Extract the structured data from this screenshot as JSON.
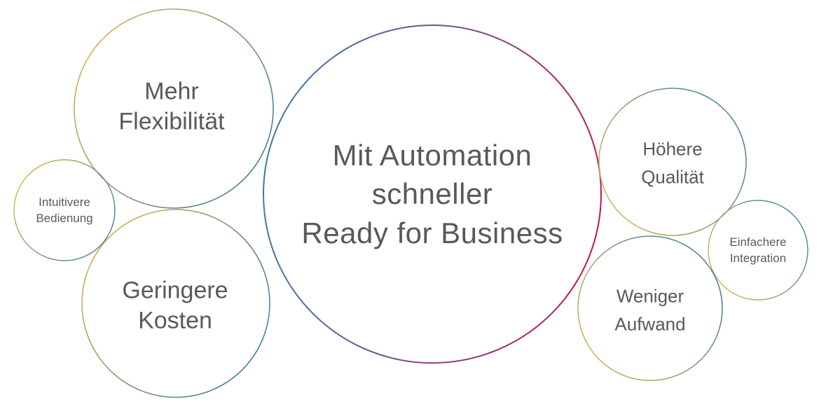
{
  "diagram": {
    "title": "Mit Automation\nschneller\nReady for Business",
    "bubbles": {
      "mehr_flexibilitaet": "Mehr\nFlexibilität",
      "intuitivere_bedienung": "Intuitivere\nBedienung",
      "geringere_kosten": "Geringere\nKosten",
      "hoehere_qualitaet": "Höhere\nQualität",
      "einfachere_integration": "Einfachere\nIntegration",
      "weniger_aufwand": "Weniger\nAufwand"
    },
    "colors": {
      "text_gray": "#58595b",
      "stroke_yellow": "#d9b64a",
      "stroke_blue": "#3c7ba6",
      "stroke_crimson": "#c01352"
    }
  }
}
